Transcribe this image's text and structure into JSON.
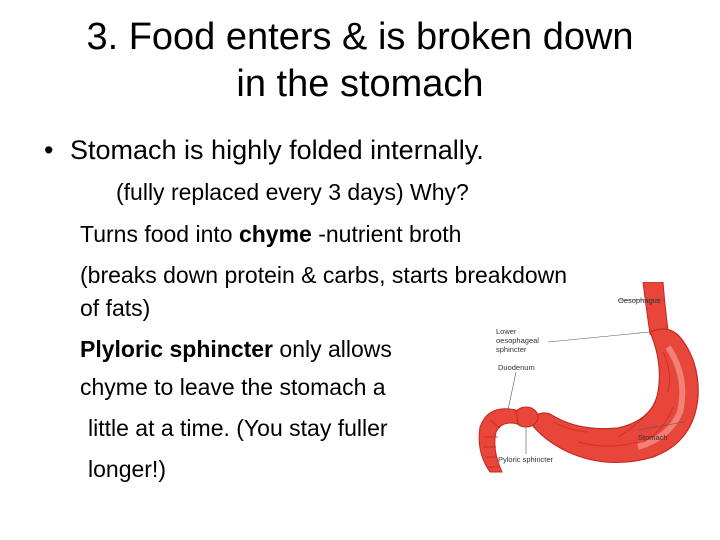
{
  "slide": {
    "title_line1": "3. Food enters & is broken down",
    "title_line2": "in the stomach",
    "bullet_marker": "•",
    "bullet_text": "Stomach is highly folded internally.",
    "line_replaced": "(fully replaced every 3 days) Why?",
    "line_turns_pre": "Turns food into ",
    "line_turns_bold": "chyme",
    "line_turns_post": " -nutrient broth",
    "line_breaks1": "(breaks down protein & carbs, starts breakdown",
    "line_breaks2": "of fats)",
    "line_pyloric_bold": "Plyloric sphincter",
    "line_pyloric_post": " only allows",
    "line_chyme": "chyme to leave the stomach a",
    "line_little": "little at a time. (You stay fuller",
    "line_longer": "longer!)"
  },
  "diagram": {
    "labels": {
      "oesophagus": "Oesophagus",
      "lower_sphincter_1": "Lower",
      "lower_sphincter_2": "oesophageal",
      "lower_sphincter_3": "sphincter",
      "duodenum": "Duodenum",
      "stomach": "Stomach",
      "pyloric": "Pyloric sphincter"
    },
    "colors": {
      "stomach_fill": "#e8463a",
      "stomach_dark": "#c42a22",
      "stomach_light": "#f7a89c",
      "leader_line": "#555555"
    }
  }
}
